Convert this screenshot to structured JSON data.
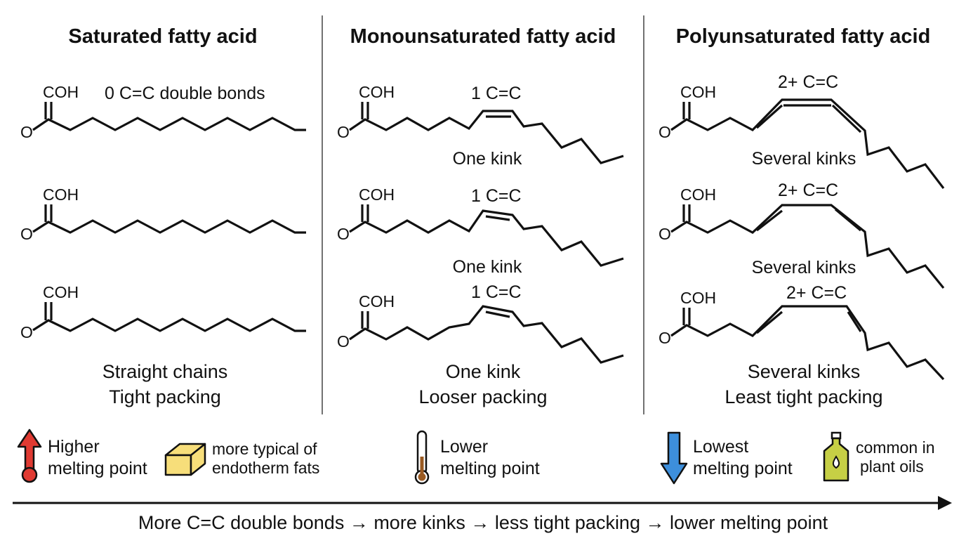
{
  "columns": [
    {
      "title": "Saturated fatty acid",
      "molecules": [
        {
          "acid_label": "COH",
          "oxygen_label": "O",
          "bond_note": "0 C=C double bonds",
          "kink_note": ""
        },
        {
          "acid_label": "COH",
          "oxygen_label": "O",
          "bond_note": "",
          "kink_note": ""
        },
        {
          "acid_label": "COH",
          "oxygen_label": "O",
          "bond_note": "",
          "kink_note": ""
        }
      ],
      "caption_line1": "Straight chains",
      "caption_line2": "Tight packing"
    },
    {
      "title": "Monounsaturated fatty acid",
      "molecules": [
        {
          "acid_label": "COH",
          "oxygen_label": "O",
          "bond_note": "1 C=C",
          "kink_note": "One kink"
        },
        {
          "acid_label": "COH",
          "oxygen_label": "O",
          "bond_note": "1 C=C",
          "kink_note": "One kink"
        },
        {
          "acid_label": "COH",
          "oxygen_label": "O",
          "bond_note": "1 C=C",
          "kink_note": ""
        }
      ],
      "caption_line1": "One kink",
      "caption_line2": "Looser packing"
    },
    {
      "title": "Polyunsaturated fatty acid",
      "molecules": [
        {
          "acid_label": "COH",
          "oxygen_label": "O",
          "bond_note": "2+ C=C",
          "kink_note": "Several kinks"
        },
        {
          "acid_label": "COH",
          "oxygen_label": "O",
          "bond_note": "2+ C=C",
          "kink_note": "Several kinks"
        },
        {
          "acid_label": "COH",
          "oxygen_label": "O",
          "bond_note": "2+ C=C",
          "kink_note": ""
        }
      ],
      "caption_line1": "Several kinks",
      "caption_line2": "Least tight packing"
    }
  ],
  "legend": {
    "higher": {
      "line1": "Higher",
      "line2": "melting point",
      "icon": "red-up-arrow-icon"
    },
    "butter": {
      "line1": "more typical of",
      "line2": "endotherm fats",
      "icon": "butter-icon"
    },
    "lower": {
      "line1": "Lower",
      "line2": "melting point",
      "icon": "thermometer-icon"
    },
    "lowest": {
      "line1": "Lowest",
      "line2": "melting point",
      "icon": "blue-down-arrow-icon"
    },
    "oil": {
      "line1": "common in",
      "line2": "plant oils",
      "icon": "oil-bottle-icon"
    }
  },
  "trend_text": "More C=C double bonds → more kinks → less tight packing → lower melting point",
  "colors": {
    "up_arrow": "#e03a32",
    "down_arrow": "#3d8fdc",
    "butter": "#f7de7a",
    "oil": "#c6cf45",
    "thermometer_fluid": "#9a5a22"
  }
}
